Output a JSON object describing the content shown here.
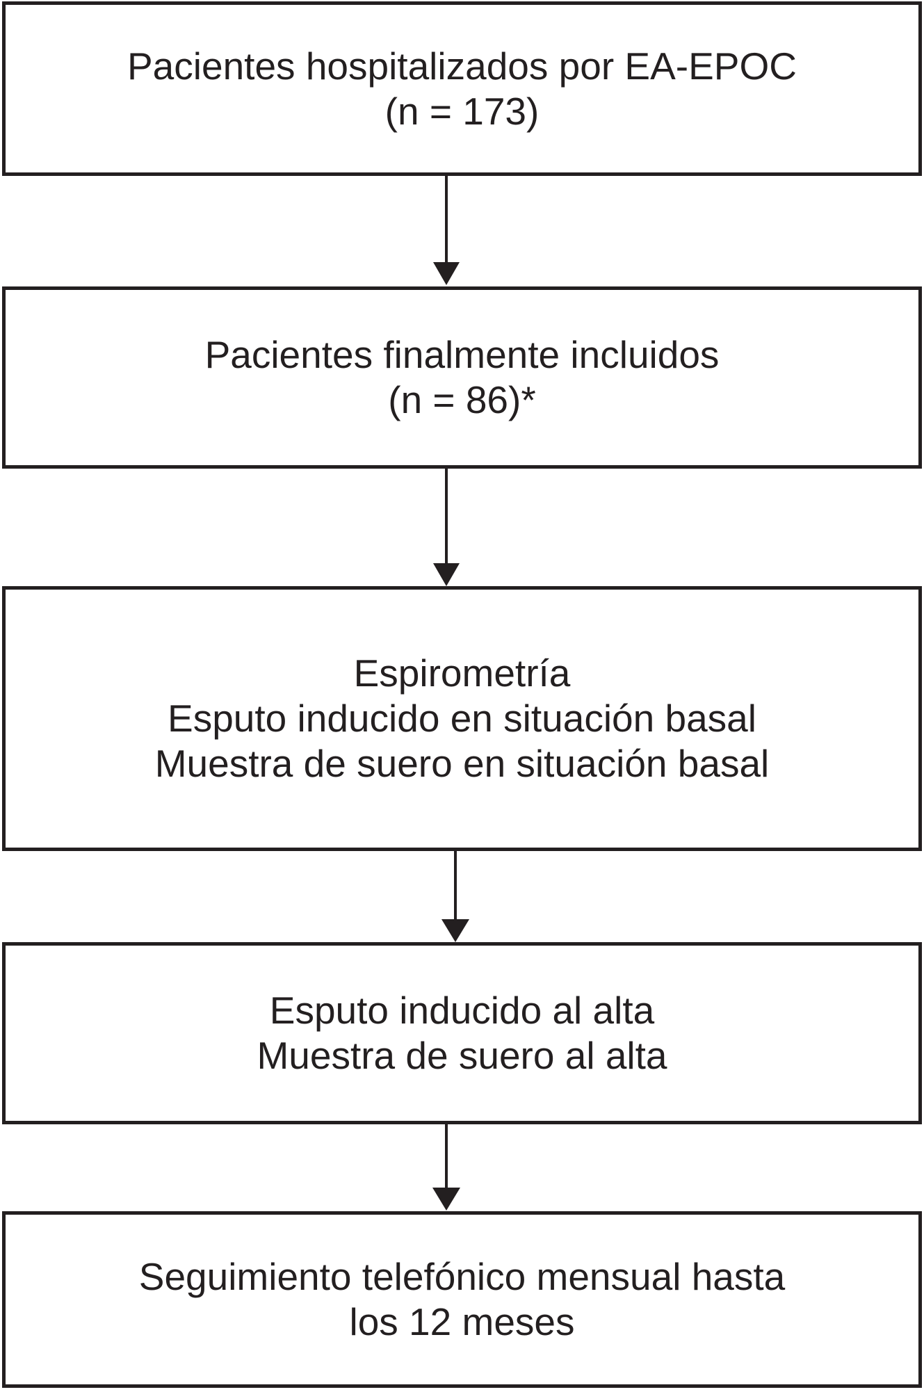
{
  "flowchart": {
    "type": "flow-diagram",
    "colors": {
      "ink": "#231f20",
      "background": "#ffffff"
    },
    "boxes": [
      {
        "id": "hospitalizados",
        "lines": [
          "Pacientes hospitalizados por EA-EPOC",
          "(n = 173)"
        ]
      },
      {
        "id": "incluidos",
        "lines": [
          "Pacientes finalmente incluidos",
          "(n = 86)*"
        ]
      },
      {
        "id": "basal",
        "lines": [
          "Espirometría",
          "Esputo inducido en situación basal",
          "Muestra de suero en situación basal"
        ]
      },
      {
        "id": "alta",
        "lines": [
          "Esputo inducido al alta",
          "Muestra de suero al alta"
        ]
      },
      {
        "id": "seguimiento",
        "lines": [
          "Seguimiento telefónico mensual hasta",
          "los 12 meses"
        ]
      }
    ],
    "arrows": [
      {
        "from": "hospitalizados",
        "to": "incluidos",
        "direction": "down"
      },
      {
        "from": "incluidos",
        "to": "basal",
        "direction": "down"
      },
      {
        "from": "basal",
        "to": "alta",
        "direction": "down"
      },
      {
        "from": "alta",
        "to": "seguimiento",
        "direction": "down"
      }
    ]
  }
}
